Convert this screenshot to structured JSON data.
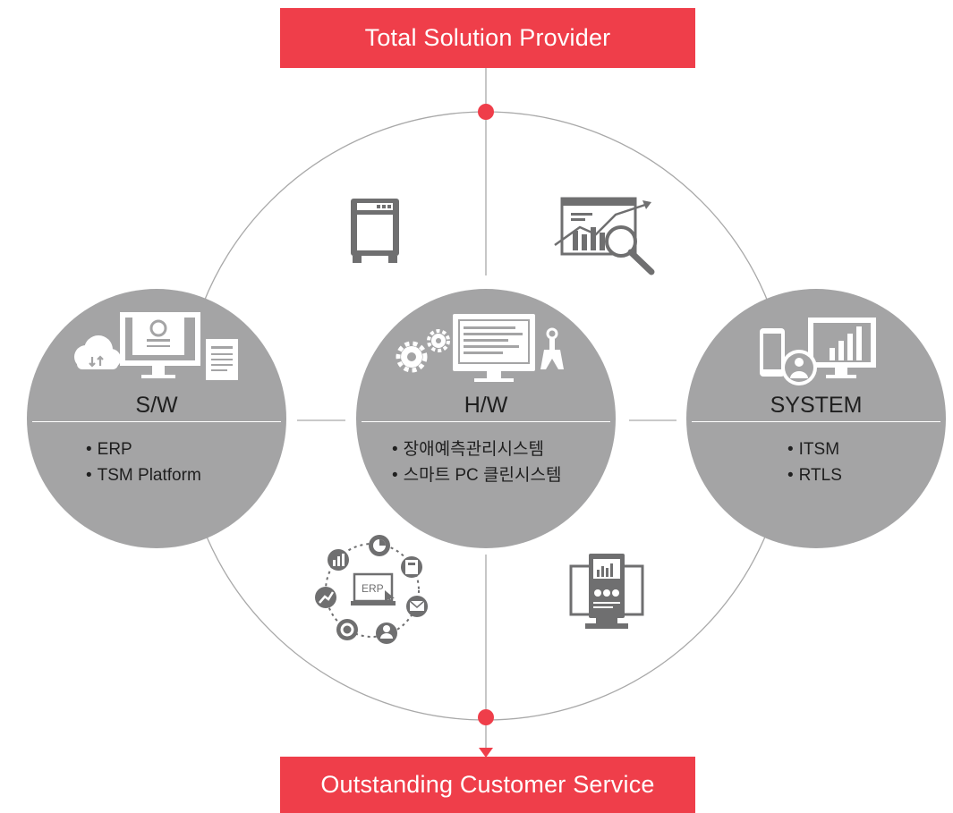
{
  "header": {
    "top_label": "Total Solution Provider"
  },
  "footer": {
    "bottom_label": "Outstanding Customer Service"
  },
  "colors": {
    "accent": "#ef3e4a",
    "circle_fill": "#a4a4a5",
    "icon_gray": "#6f6f70",
    "line": "#a9a9a9"
  },
  "nodes": {
    "sw": {
      "title": "S/W",
      "items": [
        "ERP",
        "TSM Platform"
      ],
      "icons": [
        "cloud-upload-download-icon",
        "monitor-profile-icon",
        "document-icon"
      ]
    },
    "hw": {
      "title": "H/W",
      "items": [
        "장애예측관리시스템",
        "스마트 PC 클린시스템"
      ],
      "icons": [
        "gears-icon",
        "monitor-list-icon",
        "hardware-tool-icon"
      ]
    },
    "system": {
      "title": "SYSTEM",
      "items": [
        "ITSM",
        "RTLS"
      ],
      "icons": [
        "smartphone-icon",
        "user-icon",
        "monitor-chart-icon"
      ]
    }
  },
  "quadrant_icons": {
    "top_left": "server-icon",
    "top_right": "analytics-magnifier-icon",
    "bottom_left": "erp-cycle-icon",
    "bottom_right": "monitor-dashboard-icon"
  },
  "quadrant_text": {
    "erp_label": "ERP"
  }
}
